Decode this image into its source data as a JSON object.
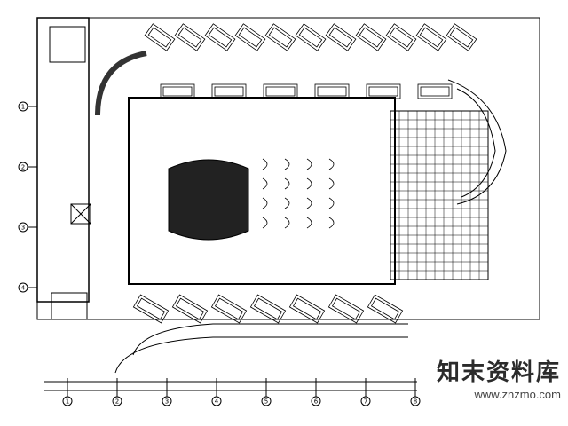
{
  "drawing": {
    "type": "floor-plan",
    "line_color": "#000000",
    "background": "#ffffff",
    "grid_axes_left": [
      "1",
      "2",
      "3",
      "4"
    ],
    "grid_axes_bottom": [
      "1",
      "2",
      "3",
      "4",
      "5",
      "6",
      "7",
      "8"
    ],
    "parking_top_count": 11,
    "parking_inner_count": 6,
    "parking_bottom_count": 7,
    "hall_seat_rows": 4,
    "hall_seat_cols": 4
  },
  "watermark": {
    "name": "知末资料库",
    "url": "www.znzmo.com"
  }
}
